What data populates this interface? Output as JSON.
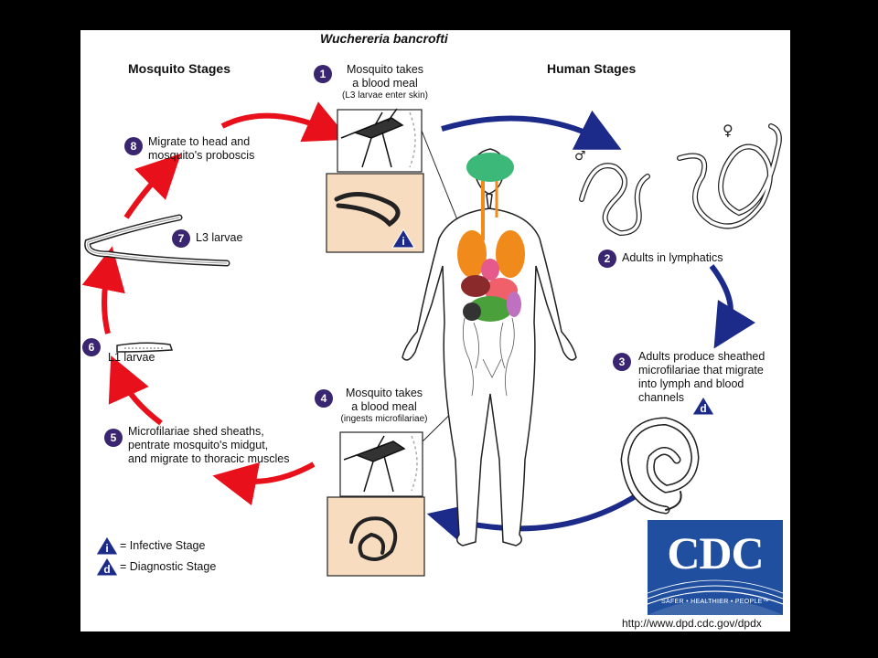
{
  "title": "Wuchereria bancrofti",
  "headers": {
    "mosquito_stages": "Mosquito Stages",
    "human_stages": "Human Stages"
  },
  "steps": [
    {
      "num": "1",
      "line1": "Mosquito takes",
      "line2": "a blood meal",
      "note": "(L3 larvae enter skin)"
    },
    {
      "num": "2",
      "line1": "Adults in lymphatics"
    },
    {
      "num": "3",
      "line1": "Adults produce sheathed",
      "line2": "microfilariae that migrate",
      "line3": "into lymph and blood",
      "line4": "channels"
    },
    {
      "num": "4",
      "line1": "Mosquito takes",
      "line2": "a blood meal",
      "note": "(ingests microfilariae)"
    },
    {
      "num": "5",
      "line1": "Microfilariae shed sheaths,",
      "line2": "pentrate mosquito's midgut,",
      "line3": "and migrate to thoracic muscles"
    },
    {
      "num": "6",
      "line1": "L1 larvae"
    },
    {
      "num": "7",
      "line1": "L3 larvae"
    },
    {
      "num": "8",
      "line1": "Migrate to head and",
      "line2": "mosquito's proboscis"
    }
  ],
  "legend": {
    "infective_symbol": "i",
    "infective_label": "= Infective Stage",
    "diagnostic_symbol": "d",
    "diagnostic_label": "= Diagnostic Stage"
  },
  "logo": {
    "text": "CDC",
    "tagline": "SAFER • HEALTHIER • PEOPLE™"
  },
  "url": "http://www.dpd.cdc.gov/dpdx",
  "colors": {
    "human_arrow": "#1c2a8a",
    "mosquito_arrow": "#e8101a",
    "badge": "#3a2670",
    "cdc_blue": "#1f4f9e",
    "box_fill": "#f8dcc0"
  }
}
